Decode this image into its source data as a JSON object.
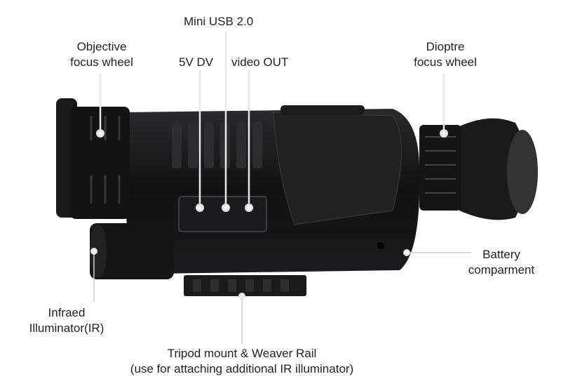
{
  "labels": {
    "mini_usb": "Mini USB 2.0",
    "objective_line1": "Objective",
    "objective_line2": "focus wheel",
    "dv": "5V DV",
    "video_out": "video OUT",
    "dioptre_line1": "Dioptre",
    "dioptre_line2": "focus wheel",
    "battery_line1": "Battery",
    "battery_line2": "comparment",
    "ir_line1": "Infraed",
    "ir_line2": "Illuminator(IR)",
    "tripod_line1": "Tripod mount & Weaver Rail",
    "tripod_line2": "(use for attaching additional IR illuminator)"
  }
}
